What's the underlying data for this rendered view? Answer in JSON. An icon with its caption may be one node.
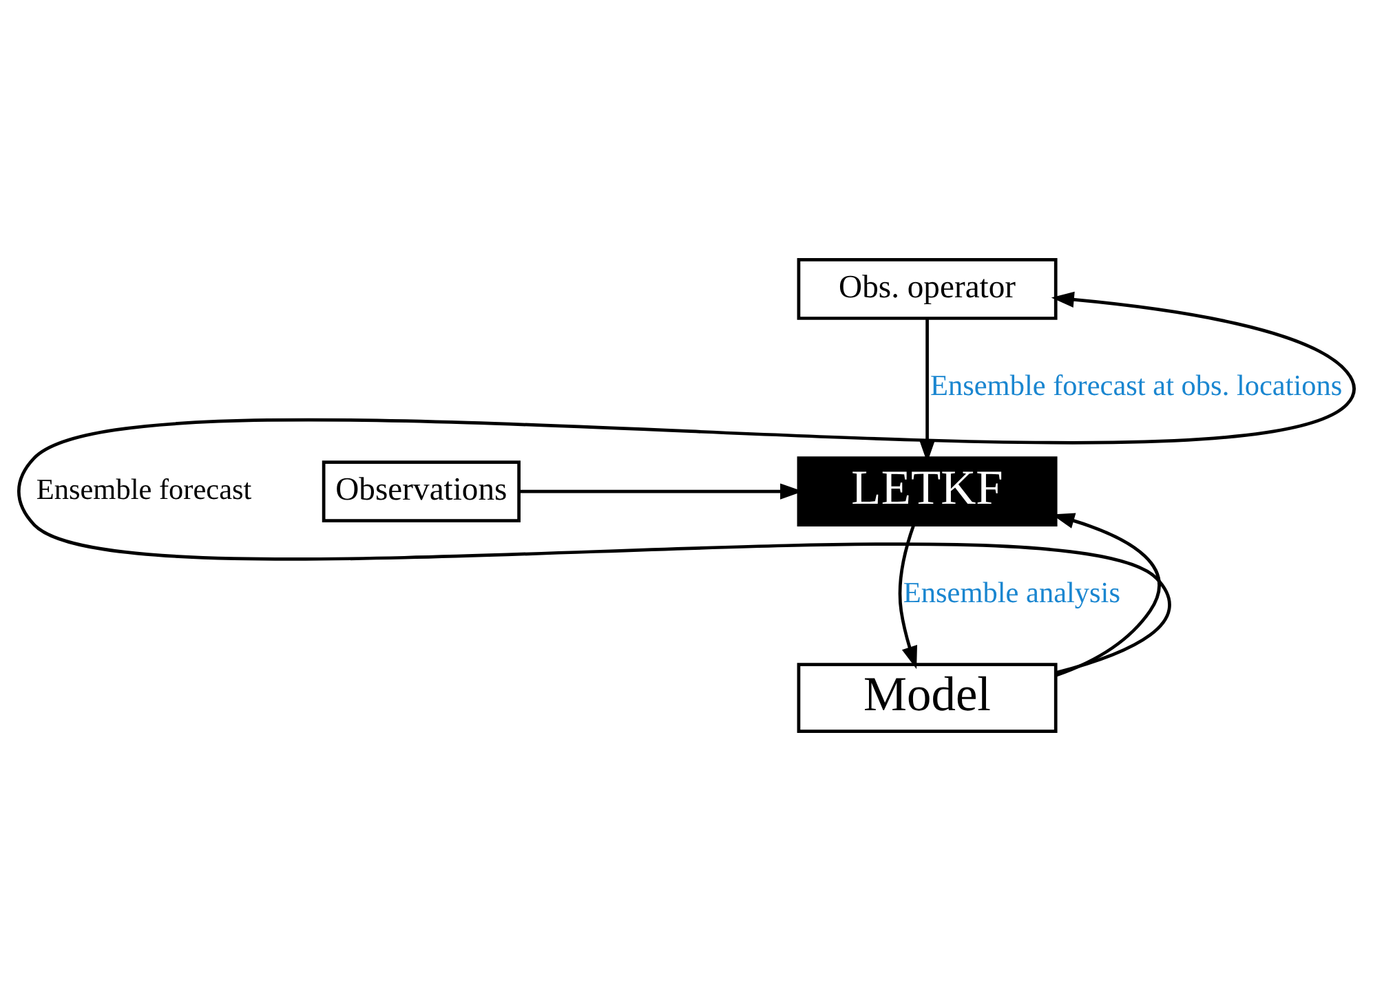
{
  "diagram": {
    "nodes": [
      {
        "text": [
          "Obs. operator"
        ]
      },
      {
        "text": [
          "LETKF"
        ]
      },
      {
        "text": [
          "Observations"
        ]
      },
      {
        "text": [
          "Model"
        ]
      }
    ],
    "edges": [
      {
        "from": 0,
        "to": 1,
        "arrow": "to",
        "label": "Ensemble forecast at obs. locations"
      },
      {
        "from": 2,
        "to": 1,
        "arrow": "to"
      },
      {
        "from": 1,
        "to": 3,
        "arrow": "to",
        "label": "Ensemble analysis"
      },
      {
        "from": 3,
        "to": 0,
        "arrow": "to",
        "label": "Ensemble forecast"
      },
      {
        "from": 3,
        "to": 1,
        "arrow": "to"
      }
    ]
  }
}
